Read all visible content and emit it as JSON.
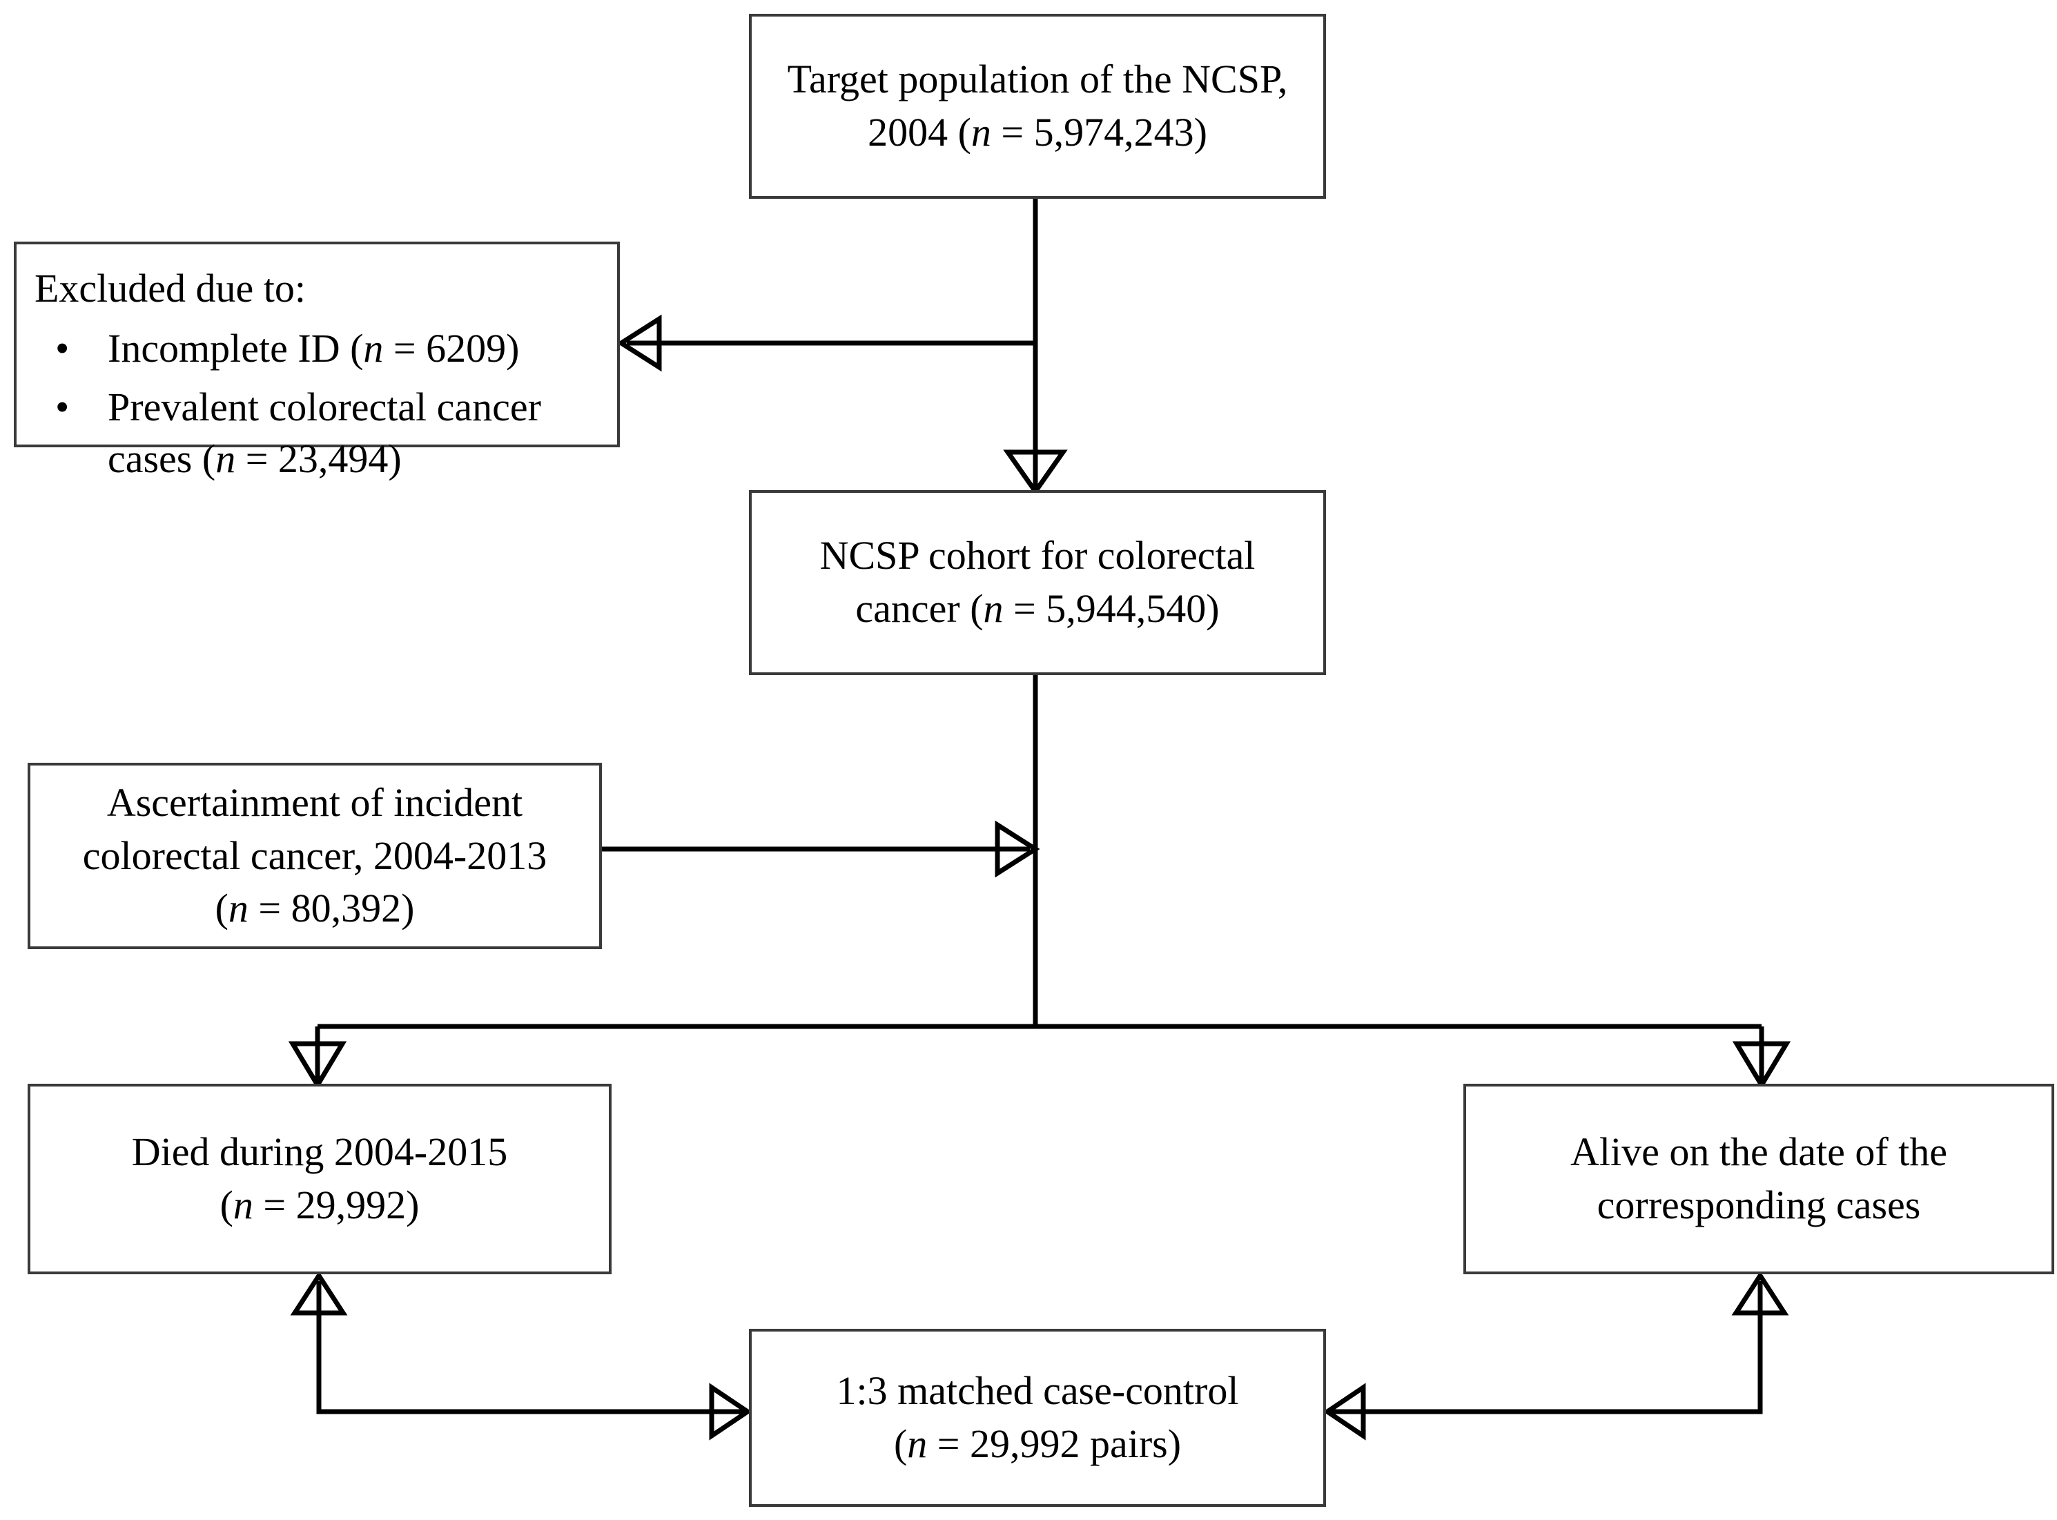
{
  "figure": {
    "type": "flowchart",
    "orientation": "top-to-bottom",
    "background_color": "#ffffff",
    "line_color": "#000000",
    "box_border_color": "#3a3a3a"
  },
  "nodes": {
    "target_population": {
      "line1": "Target population of the NCSP,",
      "line2_prefix": "2004 (",
      "line2_italic": "n",
      "line2_suffix": " = 5,974,243)",
      "count": "5,974,243",
      "year": "2004"
    },
    "excluded": {
      "heading": "Excluded due to:",
      "items": [
        {
          "bullet": "•",
          "text_prefix": "Incomplete ID (",
          "italic": "n",
          "text_suffix": " = 6209)",
          "count": "6209"
        },
        {
          "bullet": "•",
          "text_prefix": "Prevalent colorectal cancer cases (",
          "italic": "n",
          "text_suffix": " = 23,494)",
          "count": "23,494"
        }
      ]
    },
    "ncsp_cohort": {
      "line1": "NCSP cohort for colorectal",
      "line2_prefix": "cancer (",
      "line2_italic": "n",
      "line2_suffix": " = 5,944,540)",
      "count": "5,944,540"
    },
    "ascertainment": {
      "line1": "Ascertainment of incident",
      "line2": "colorectal cancer, 2004-2013",
      "line3_prefix": "(",
      "line3_italic": "n",
      "line3_suffix": " = 80,392)",
      "count": "80,392",
      "period": "2004-2013"
    },
    "died": {
      "line1": "Died during 2004-2015",
      "line2_prefix": "(",
      "line2_italic": "n",
      "line2_suffix": " = 29,992)",
      "count": "29,992",
      "period": "2004-2015"
    },
    "alive": {
      "line1": "Alive on the date of the",
      "line2": "corresponding cases"
    },
    "matched": {
      "line1": "1:3 matched case-control",
      "line2_prefix": "(",
      "line2_italic": "n",
      "line2_suffix": " = 29,992 pairs)",
      "count": "29,992",
      "ratio": "1:3"
    }
  },
  "edges": [
    {
      "from": "target_population",
      "to": "ncsp_cohort",
      "style": "straight-down",
      "arrow": "down"
    },
    {
      "from": "target_population",
      "to": "excluded",
      "style": "branch-left",
      "arrow": "left"
    },
    {
      "from": "ascertainment",
      "to": "ncsp_cohort_trunk",
      "style": "branch-right",
      "arrow": "right"
    },
    {
      "from": "ncsp_cohort",
      "to": "died",
      "style": "fork-left",
      "arrow": "down"
    },
    {
      "from": "ncsp_cohort",
      "to": "alive",
      "style": "fork-right",
      "arrow": "down"
    },
    {
      "from": "died",
      "to": "matched",
      "style": "elbow",
      "arrow": "both"
    },
    {
      "from": "alive",
      "to": "matched",
      "style": "elbow",
      "arrow": "both"
    }
  ]
}
